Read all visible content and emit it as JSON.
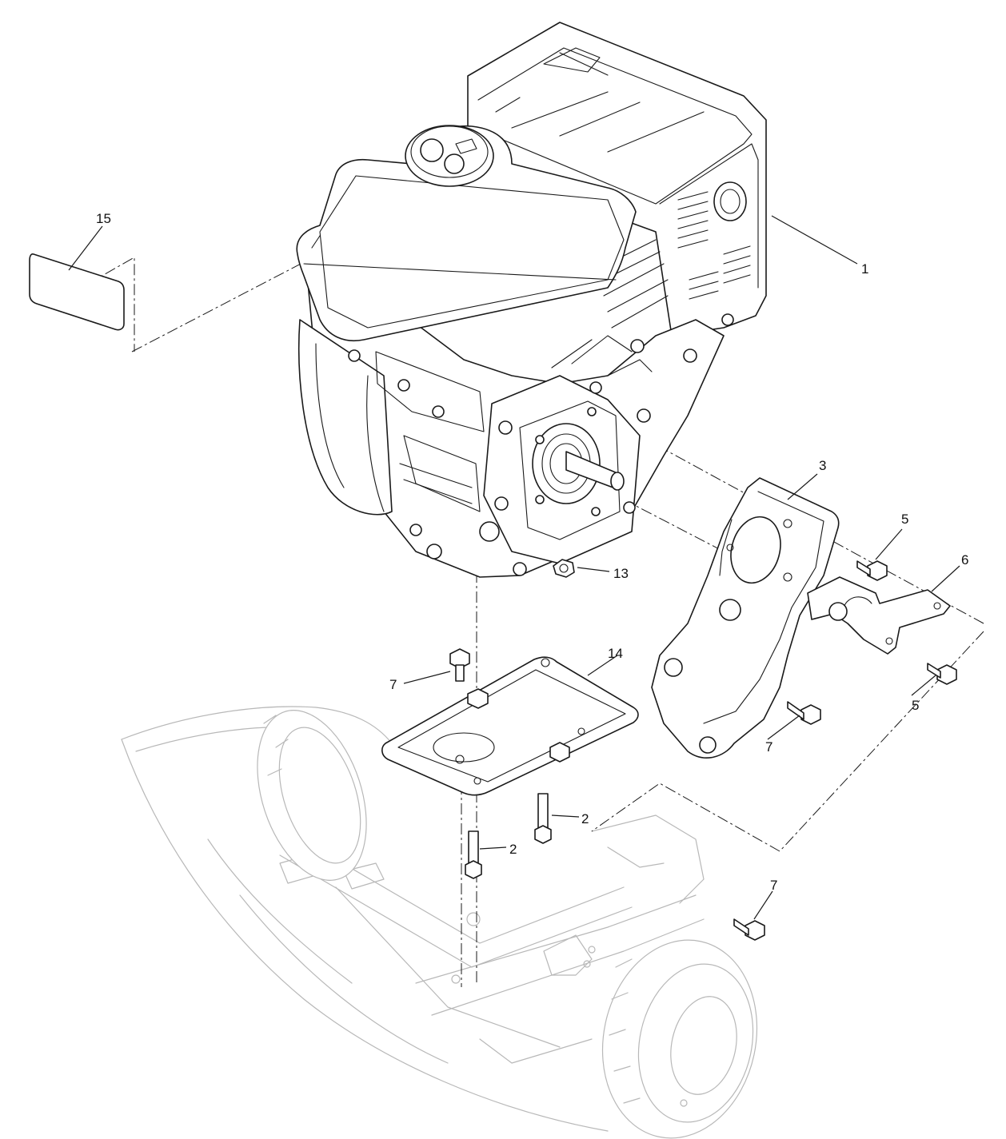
{
  "diagram": {
    "callouts": [
      {
        "id": "c1",
        "label": "1"
      },
      {
        "id": "c2a",
        "label": "2"
      },
      {
        "id": "c2b",
        "label": "2"
      },
      {
        "id": "c3",
        "label": "3"
      },
      {
        "id": "c5a",
        "label": "5"
      },
      {
        "id": "c5b",
        "label": "5"
      },
      {
        "id": "c6",
        "label": "6"
      },
      {
        "id": "c7a",
        "label": "7"
      },
      {
        "id": "c7b",
        "label": "7"
      },
      {
        "id": "c7c",
        "label": "7"
      },
      {
        "id": "c13",
        "label": "13"
      },
      {
        "id": "c14",
        "label": "14"
      },
      {
        "id": "c15",
        "label": "15"
      }
    ],
    "colors": {
      "line": "#1a1a1a",
      "ghost": "#b8b8b8",
      "background": "#ffffff"
    }
  }
}
